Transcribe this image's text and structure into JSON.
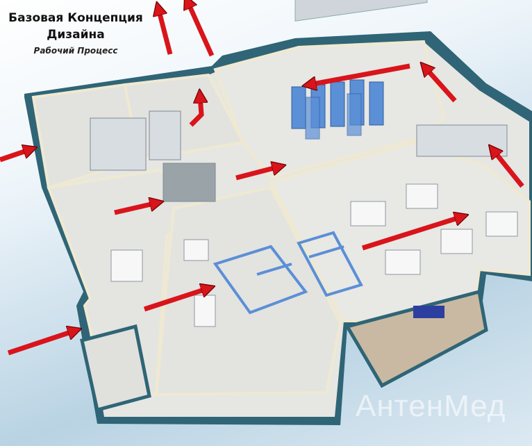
{
  "header": {
    "title_line1": "Базовая Концепция",
    "title_line2": "Дизайна",
    "subtitle": "Рабочий Процесс"
  },
  "watermark": "АнтенМед",
  "colors": {
    "floor": "#e6e6e3",
    "wall": "#2f6576",
    "wall_top": "#efe9d2",
    "arrow": "#d9141b",
    "rack": "#5b8fd6"
  }
}
